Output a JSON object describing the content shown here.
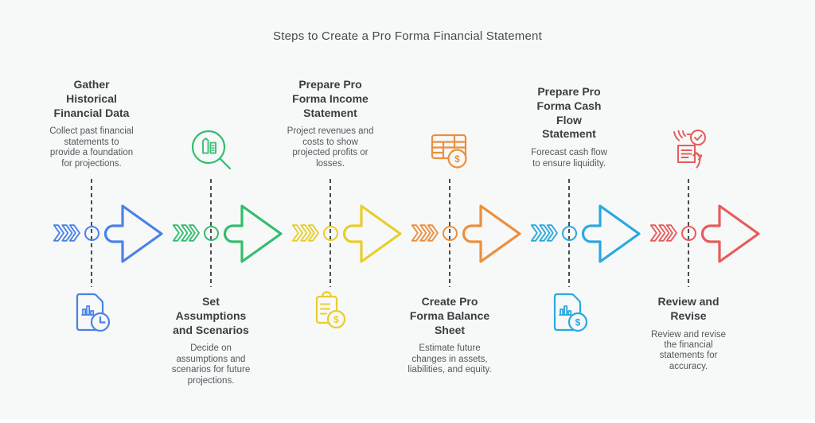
{
  "title": "Steps to Create a Pro Forma Financial Statement",
  "theme": {
    "background": "#f7f8f8",
    "title_color": "#4a4a4a",
    "step_title_color": "#3c3d41",
    "desc_color": "#55575c",
    "connector_color": "#4b4c4e",
    "footer_bar_color": "#ffffff"
  },
  "steps": [
    {
      "label": "Gather\nHistorical\nFinancial Data",
      "description": "Collect past financial\nstatements to\nprovide a foundation\nfor projections.",
      "color": "#4a82e8",
      "icon": "document-clock-icon",
      "text_position": "top"
    },
    {
      "label": "Set\nAssumptions\nand Scenarios",
      "description": "Decide on\nassumptions and\nscenarios for future\nprojections.",
      "color": "#33bd6e",
      "icon": "magnifier-ledger-icon",
      "text_position": "bottom"
    },
    {
      "label": "Prepare Pro\nForma Income\nStatement",
      "description": "Project revenues and\ncosts to show\nprojected profits or\nlosses.",
      "color": "#e8ce2a",
      "icon": "clipboard-dollar-icon",
      "text_position": "top"
    },
    {
      "label": "Create Pro\nForma Balance\nSheet",
      "description": "Estimate future\nchanges in assets,\nliabilities, and equity.",
      "color": "#ec8f3c",
      "icon": "table-dollar-icon",
      "text_position": "bottom"
    },
    {
      "label": "Prepare Pro\nForma Cash\nFlow\nStatement",
      "description": "Forecast cash flow\nto ensure liquidity.",
      "color": "#2aa9e0",
      "icon": "document-dollar-icon",
      "text_position": "top"
    },
    {
      "label": "Review and\nRevise",
      "description": "Review and revise\nthe financial\nstatements for\naccuracy.",
      "color": "#e85b5b",
      "icon": "hands-check-document-icon",
      "text_position": "bottom"
    }
  ]
}
